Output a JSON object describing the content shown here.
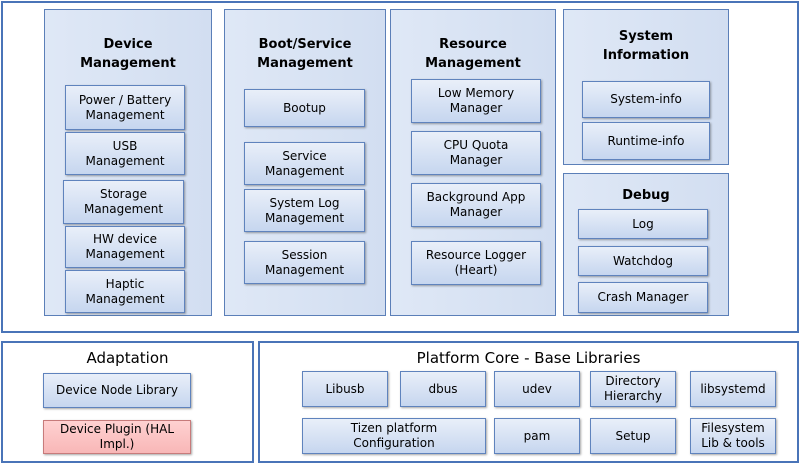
{
  "top": {
    "device": {
      "title": "Device\nManagement",
      "items": [
        "Power / Battery\nManagement",
        "USB\nManagement",
        "Storage\nManagement",
        "HW device\nManagement",
        "Haptic\nManagement"
      ]
    },
    "boot": {
      "title": "Boot/Service\nManagement",
      "items": [
        "Bootup",
        "Service\nManagement",
        "System Log\nManagement",
        "Session\nManagement"
      ]
    },
    "resource": {
      "title": "Resource\nManagement",
      "items": [
        "Low Memory\nManager",
        "CPU Quota\nManager",
        "Background App\nManager",
        "Resource Logger\n(Heart)"
      ]
    },
    "sysinfo": {
      "title": "System\nInformation",
      "items": [
        "System-info",
        "Runtime-info"
      ]
    },
    "debug": {
      "title": "Debug",
      "items": [
        "Log",
        "Watchdog",
        "Crash Manager"
      ]
    }
  },
  "adaptation": {
    "title": "Adaptation",
    "items": [
      "Device Node Library",
      "Device Plugin (HAL Impl.)"
    ]
  },
  "platform": {
    "title": "Platform Core - Base Libraries",
    "items": [
      "Libusb",
      "dbus",
      "udev",
      "Directory\nHierarchy",
      "libsystemd",
      "Tizen platform\nConfiguration",
      "pam",
      "Setup",
      "Filesystem\nLib & tools"
    ]
  },
  "colors": {
    "frame": "#4a74b8",
    "column_fill": "#d9e3f4",
    "box_fill": "#c6d6ef",
    "hal_fill": "#f8b7b7"
  }
}
